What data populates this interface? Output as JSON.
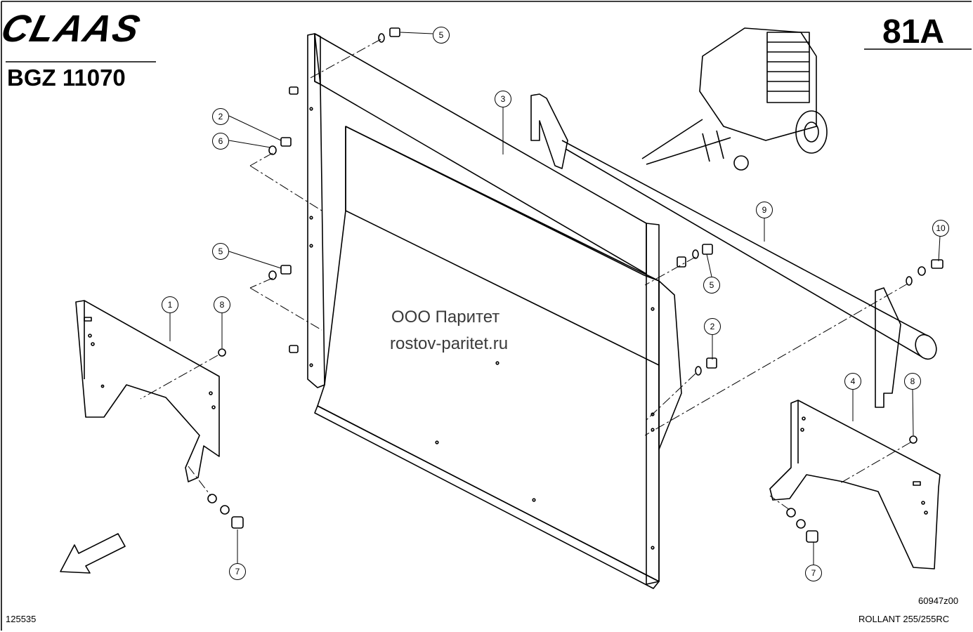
{
  "header": {
    "logo": "CLAAS",
    "doc_code": "BGZ 11070",
    "page": "81A"
  },
  "watermark": {
    "line1": "ООО Паритет",
    "line2": "rostov-paritet.ru"
  },
  "footer": {
    "ref_left": "125535",
    "figure_code": "60947z00",
    "model": "ROLLANT 255/255RC"
  },
  "callouts": [
    "5",
    "2",
    "6",
    "3",
    "9",
    "10",
    "5",
    "5",
    "1",
    "8",
    "2",
    "4",
    "8",
    "7",
    "7"
  ],
  "icons": {
    "direction_arrow": "arrow-down-left-icon",
    "machine": "round-baler-illustration"
  }
}
